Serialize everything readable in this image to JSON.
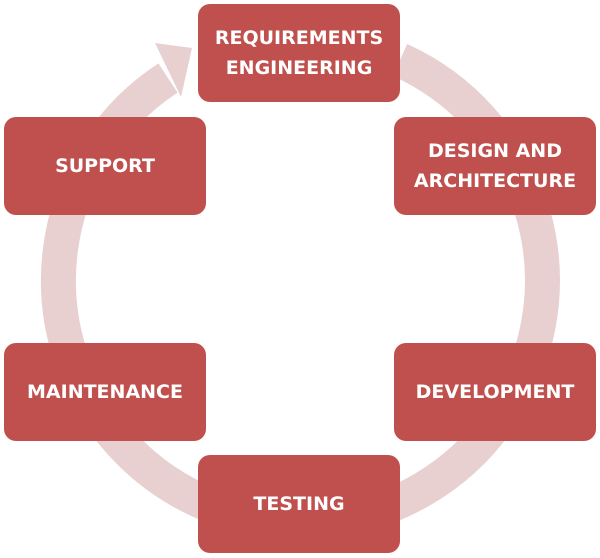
{
  "colors": {
    "box": "#c0504d",
    "ring": "#e8d0d1",
    "text": "#ffffff"
  },
  "stages": [
    {
      "label": "REQUIREMENTS\nENGINEERING"
    },
    {
      "label": "DESIGN  AND\nARCHITECTURE"
    },
    {
      "label": "DEVELOPMENT"
    },
    {
      "label": "TESTING"
    },
    {
      "label": "MAINTENANCE"
    },
    {
      "label": "SUPPORT"
    }
  ]
}
